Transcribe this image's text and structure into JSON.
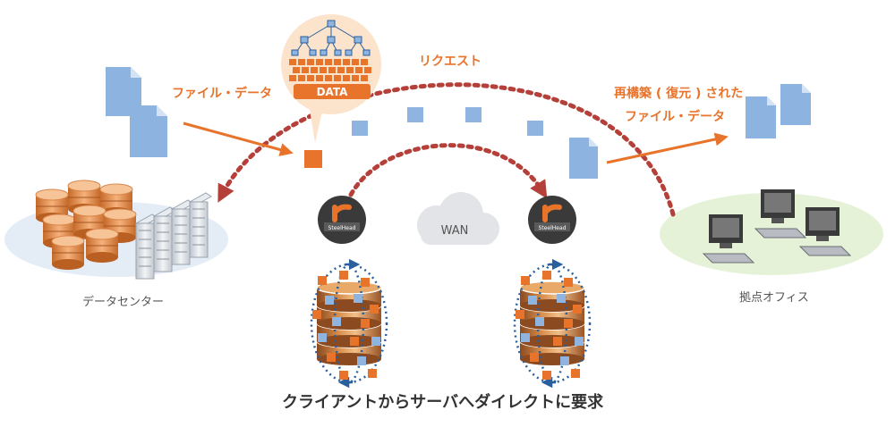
{
  "labels": {
    "request": "リクエスト",
    "file_data_left": "ファイル・データ",
    "rebuilt_line1": "再構築 ( 復元 ) された",
    "rebuilt_line2": "ファイル・データ",
    "data_tag": "DATA",
    "wan": "WAN",
    "steelhead_left": "SteelHead",
    "steelhead_right": "SteelHead",
    "datacenter": "データセンター",
    "branch": "拠点オフィス",
    "caption": "クライアントからサーバへダイレクトに要求"
  },
  "colors": {
    "orange": "#e8742c",
    "dark_red": "#b5403a",
    "blue_block": "#8fb4df",
    "doc_blue": "#8db3e0",
    "navy": "#2a5f9e",
    "steel": "#3a3a3a",
    "green_ellipse": "#e6f2d8",
    "blue_ellipse": "#e4ecf6",
    "wan_cloud": "#e2e4e8"
  },
  "icons": {
    "doc": "document-icon",
    "db": "database-icon",
    "server": "server-rack-icon",
    "pc": "computer-icon",
    "cloud": "cloud-icon",
    "steelhead": "steelhead-logo-icon",
    "cylinder": "data-store-icon",
    "tree": "hierarchy-tree-icon"
  }
}
